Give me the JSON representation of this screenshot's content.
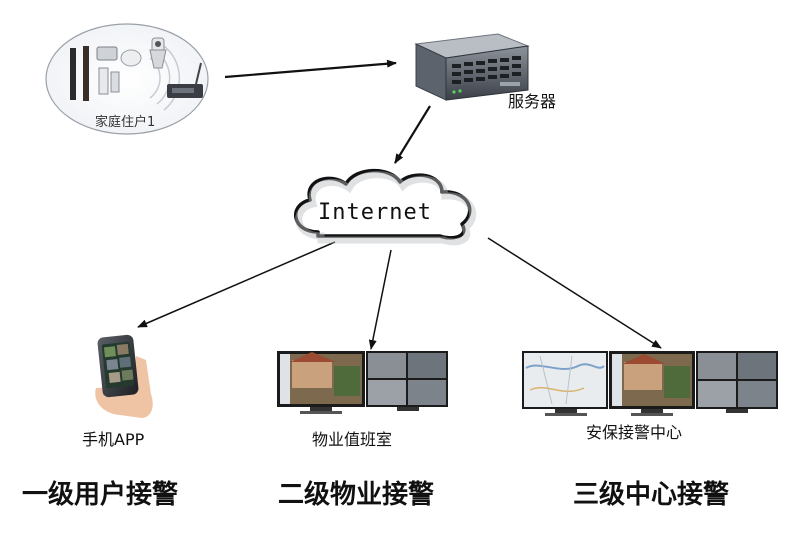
{
  "nodes": {
    "household": {
      "label": "家庭住户1"
    },
    "server": {
      "label": "服务器"
    },
    "internet": {
      "label": "Internet"
    },
    "app": {
      "label": "手机APP"
    },
    "property_room": {
      "label": "物业值班室"
    },
    "security_center": {
      "label": "安保接警中心"
    }
  },
  "tiers": {
    "first": "一级用户接警",
    "second": "二级物业接警",
    "third": "三级中心接警"
  }
}
